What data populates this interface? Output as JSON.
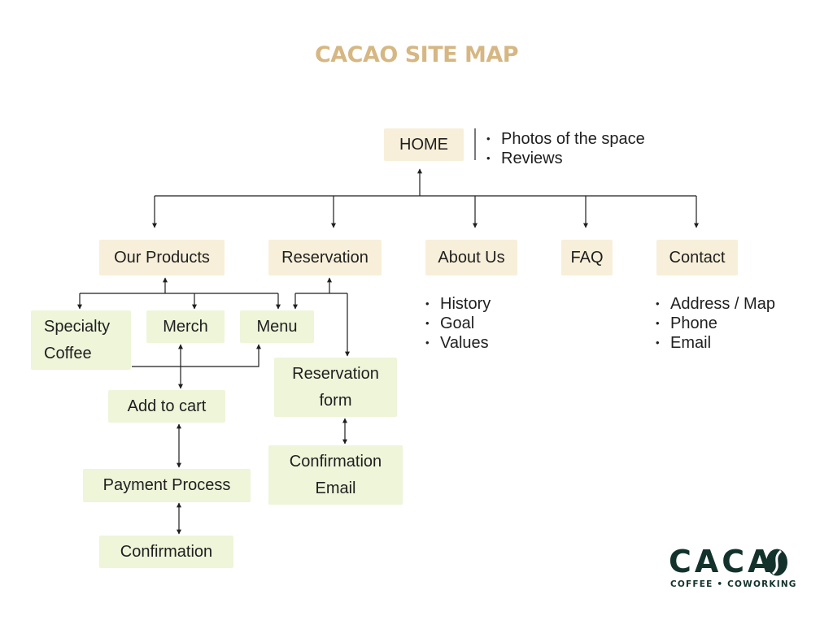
{
  "title": "CACAO SITE MAP",
  "nodes": {
    "home": "HOME",
    "products": "Our Products",
    "reservation": "Reservation",
    "about": "About Us",
    "faq": "FAQ",
    "contact": "Contact",
    "specialty_line1": "Specialty",
    "specialty_line2": "Coffee",
    "merch": "Merch",
    "menu": "Menu",
    "add_to_cart": "Add to cart",
    "payment": "Payment Process",
    "confirmation": "Confirmation",
    "reservation_form_line1": "Reservation",
    "reservation_form_line2": "form",
    "confirmation_email_line1": "Confirmation",
    "confirmation_email_line2": "Email"
  },
  "home_notes": [
    "Photos of the space",
    "Reviews"
  ],
  "about_notes": [
    "History",
    "Goal",
    "Values"
  ],
  "contact_notes": [
    "Address / Map",
    "Phone",
    "Email"
  ],
  "logo": {
    "word": "CACA",
    "subtitle": "COFFEE • COWORKING"
  },
  "colors": {
    "title": "#d6b783",
    "cream_box": "#f7efd9",
    "green_box": "#eef5d9",
    "logo": "#13322c"
  }
}
